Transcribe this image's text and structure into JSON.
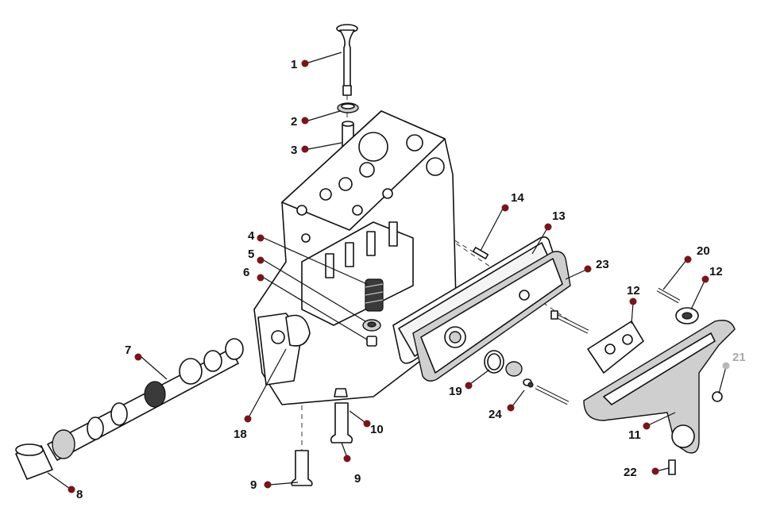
{
  "colors": {
    "callout_dot": "#7a1418",
    "callout_dot_muted": "#b8b8b8",
    "label_text": "#111111",
    "label_text_muted": "#a9a9a9",
    "line_art": "#111111"
  },
  "callouts": [
    {
      "id": "1",
      "label": "1"
    },
    {
      "id": "2",
      "label": "2"
    },
    {
      "id": "3",
      "label": "3"
    },
    {
      "id": "4",
      "label": "4"
    },
    {
      "id": "5",
      "label": "5"
    },
    {
      "id": "6",
      "label": "6"
    },
    {
      "id": "7",
      "label": "7"
    },
    {
      "id": "8",
      "label": "8"
    },
    {
      "id": "9a",
      "label": "9"
    },
    {
      "id": "9b",
      "label": "9"
    },
    {
      "id": "10",
      "label": "10"
    },
    {
      "id": "11",
      "label": "11"
    },
    {
      "id": "12a",
      "label": "12"
    },
    {
      "id": "12b",
      "label": "12"
    },
    {
      "id": "13",
      "label": "13"
    },
    {
      "id": "14",
      "label": "14"
    },
    {
      "id": "18",
      "label": "18"
    },
    {
      "id": "19",
      "label": "19"
    },
    {
      "id": "20",
      "label": "20"
    },
    {
      "id": "21",
      "label": "21",
      "muted": true
    },
    {
      "id": "22",
      "label": "22"
    },
    {
      "id": "23",
      "label": "23"
    },
    {
      "id": "24",
      "label": "24"
    }
  ]
}
